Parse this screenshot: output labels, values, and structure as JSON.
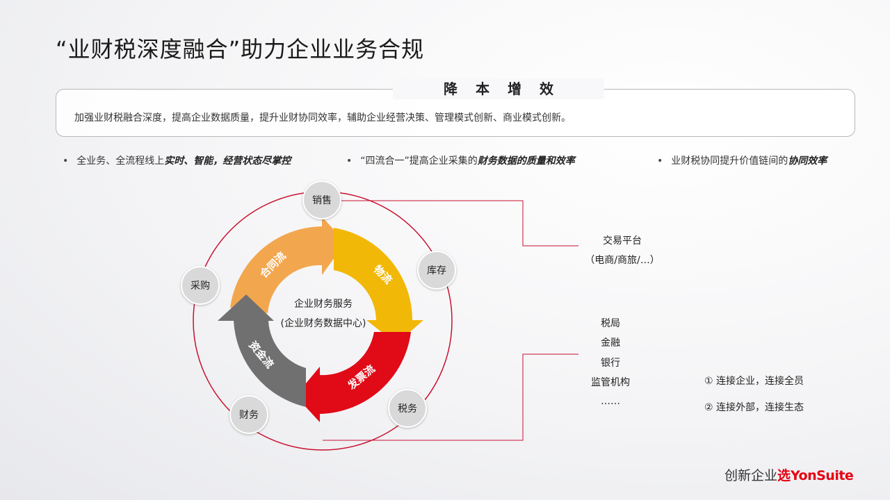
{
  "title": "“业财税深度融合”助力企业业务合规",
  "box": {
    "heading": "降本增效",
    "description": "加强业财税融合深度，提高企业数据质量，提升业财协同效率，辅助企业经营决策、管理模式创新、商业模式创新。"
  },
  "bullets": [
    {
      "prefix": "全业务、全流程线上",
      "emphasis": "实时、智能，经营状态尽掌控"
    },
    {
      "prefix": "“四流合一”提高企业采集的",
      "emphasis": "财务数据的质量和效率"
    },
    {
      "prefix": "业财税协同提升价值链间的",
      "emphasis": "协同效率"
    }
  ],
  "cycle": {
    "center_line1": "企业财务服务",
    "center_line2": "(企业财务数据中心)",
    "arrows": [
      {
        "label": "合同流",
        "color": "#f2a74f"
      },
      {
        "label": "物流",
        "color": "#f2b807"
      },
      {
        "label": "发票流",
        "color": "#e10a17"
      },
      {
        "label": "资金流",
        "color": "#707070"
      }
    ],
    "nodes": {
      "sales": "销售",
      "inventory": "库存",
      "tax": "税务",
      "finance": "财务",
      "purchase": "采购"
    }
  },
  "external": {
    "trade_platform": "交易平台",
    "trade_platform_sub": "（电商/商旅/…）",
    "agencies": [
      "税局",
      "金融",
      "银行",
      "监管机构",
      "……"
    ]
  },
  "notes": [
    "①  连接企业，连接全员",
    "②  连接外部，连接生态"
  ],
  "brand": {
    "prefix": "创新企业",
    "select": "选",
    "name": "YonSuite"
  },
  "colors": {
    "accent_red": "#e60012",
    "line_red": "#c8102e"
  }
}
